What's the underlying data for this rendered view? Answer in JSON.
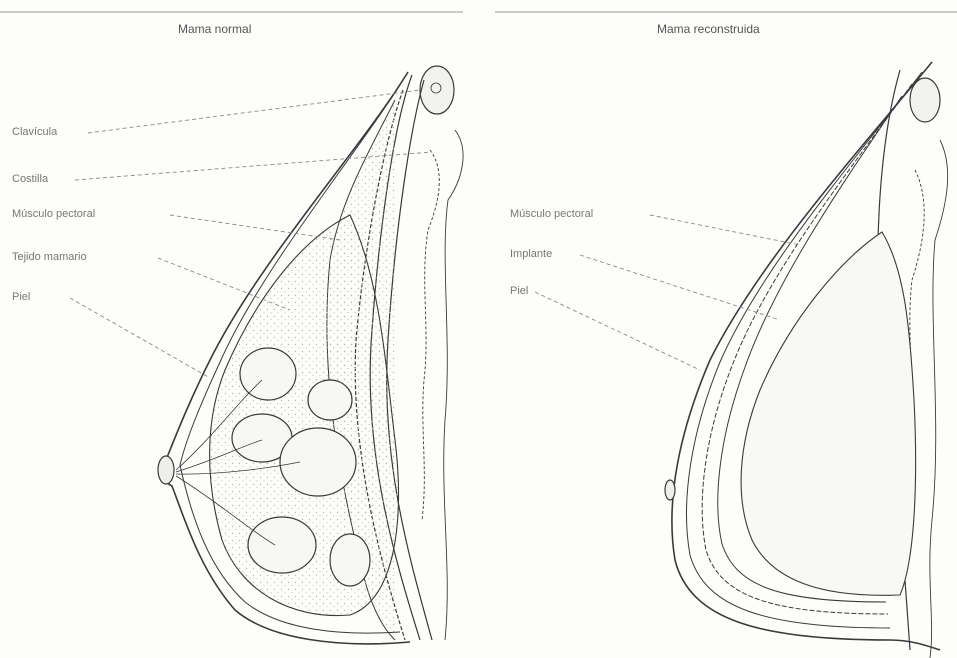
{
  "left_panel": {
    "title": "Mama normal",
    "labels": [
      "Clavícula",
      "Costilla",
      "Músculo pectoral",
      "Tejido mamario",
      "Piel"
    ]
  },
  "right_panel": {
    "title": "Mama reconstruida",
    "labels": [
      "Músculo pectoral",
      "Implante",
      "Piel"
    ]
  },
  "colors": {
    "line": "#3a3a3a",
    "leader": "#8a8a8a",
    "stipple": "#b9b9b4"
  }
}
